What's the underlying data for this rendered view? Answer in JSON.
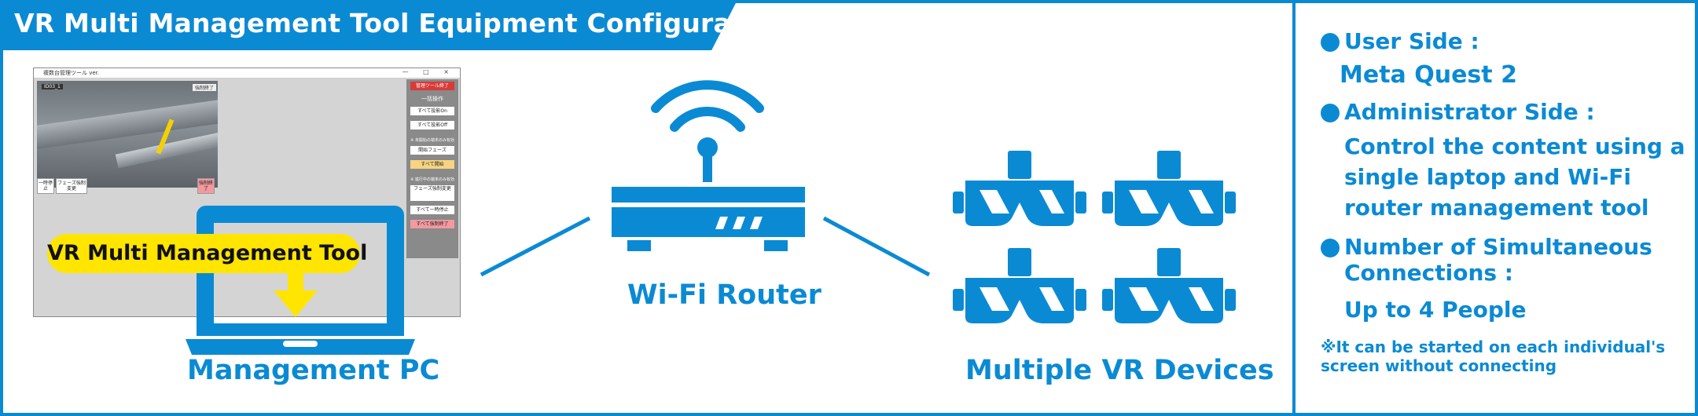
{
  "title": "VR Multi Management Tool Equipment Configuration",
  "colors": {
    "accent": "#0b8ad4",
    "highlight": "#ffe500"
  },
  "management_pc": {
    "caption": "Management PC",
    "tool_badge": "VR Multi Management Tool",
    "screenshot": {
      "window_title": "複数台管理ツール ver.",
      "window_controls": "— □ ×",
      "device_id": "ID03_1",
      "scene_button": "強制終了",
      "pause_button": "一時停止",
      "phase_button": "フェーズ強制変更",
      "force_end_button": "強制終了",
      "panel": {
        "exit_button": "管理ツール終了",
        "bulk_label": "一括操作",
        "all_on": "すべて投影On",
        "all_off": "すべて投影Off",
        "start_note": "※ 未開始の端末のみ有効",
        "start_phase": "開始フェーズ",
        "start_all": "すべて開始",
        "running_note": "※ 進行中の端末のみ有効",
        "phase_force": "フェーズ強制変更",
        "pause_all": "すべて一時停止",
        "force_end_all": "すべて強制終了"
      }
    }
  },
  "router": {
    "caption": "Wi-Fi Router",
    "icon": "wifi-router-icon"
  },
  "vr_devices": {
    "caption": "Multiple VR Devices",
    "count": 4,
    "icon": "vr-headset-icon"
  },
  "info": {
    "user_label": "User Side :",
    "user_value": "Meta Quest 2",
    "admin_label": "Administrator Side :",
    "admin_lines": [
      "Control the content using a",
      "single laptop and Wi-Fi",
      "router management tool"
    ],
    "connections_label_lines": [
      "Number of Simultaneous",
      "Connections :"
    ],
    "connections_value": "Up to 4 People",
    "note_lines": [
      "※It can be started on each individual's",
      "screen without connecting"
    ]
  }
}
